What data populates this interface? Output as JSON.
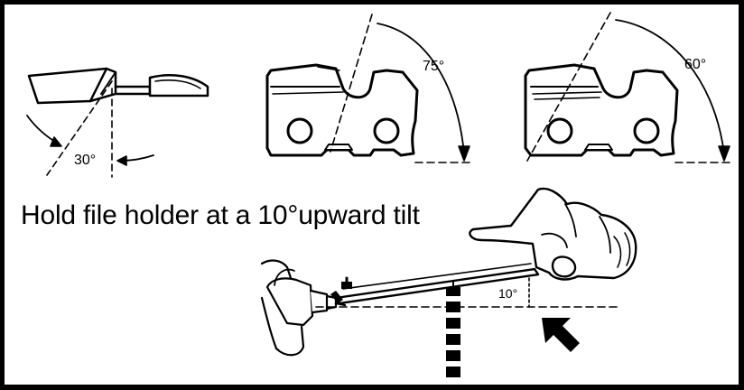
{
  "caption": "Hold file holder at a 10°upward tilt",
  "angles": {
    "top_plate_filing": "30°",
    "side_plate_left": "75°",
    "side_plate_right": "60°",
    "file_tilt": "10°"
  },
  "colors": {
    "ink": "#000000",
    "background": "#ffffff"
  }
}
